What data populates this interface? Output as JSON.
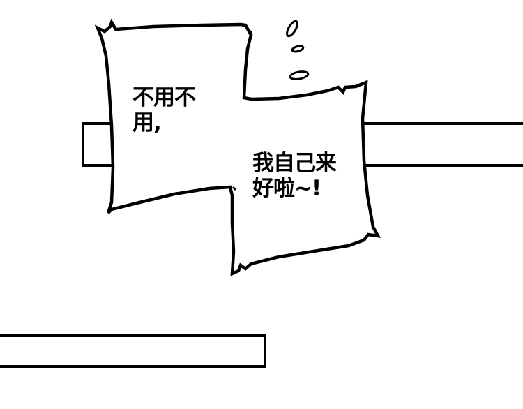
{
  "panel": {
    "background": "#ffffff",
    "ink": "#000000"
  },
  "bubble": {
    "text_a": [
      "不用不",
      "用,"
    ],
    "text_b": [
      "我自己来",
      "好啦~!"
    ]
  }
}
